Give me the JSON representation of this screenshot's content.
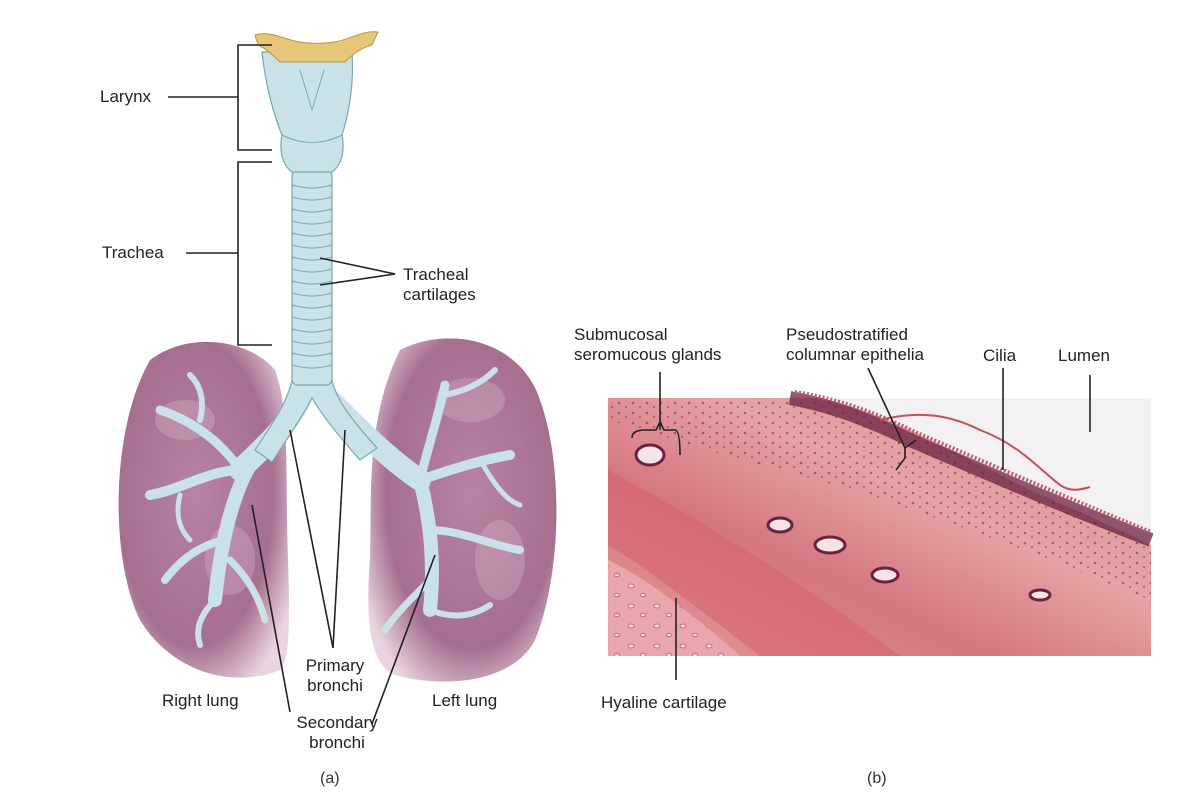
{
  "panel_a": {
    "caption": "(a)",
    "labels": {
      "larynx": "Larynx",
      "trachea": "Trachea",
      "tracheal_cartilages": "Tracheal\ncartilages",
      "primary_bronchi": "Primary\nbronchi",
      "secondary_bronchi": "Secondary\nbronchi",
      "right_lung": "Right lung",
      "left_lung": "Left lung"
    }
  },
  "panel_b": {
    "caption": "(b)",
    "labels": {
      "submucosal_glands": "Submucosal\nseromucous glands",
      "pseudostratified": "Pseudostratified\ncolumnar epithelia",
      "cilia": "Cilia",
      "lumen": "Lumen",
      "hyaline_cartilage": "Hyaline cartilage"
    }
  },
  "colors": {
    "lung": "#a66e8f",
    "lung_light": "#c99cb6",
    "airway": "#c9e2e8",
    "airway_stroke": "#7aa7b2",
    "epiglottis": "#e6c77a",
    "tissue_pink": "#e58f90",
    "tissue_dark": "#7a2a4a",
    "leader": "#222222"
  }
}
